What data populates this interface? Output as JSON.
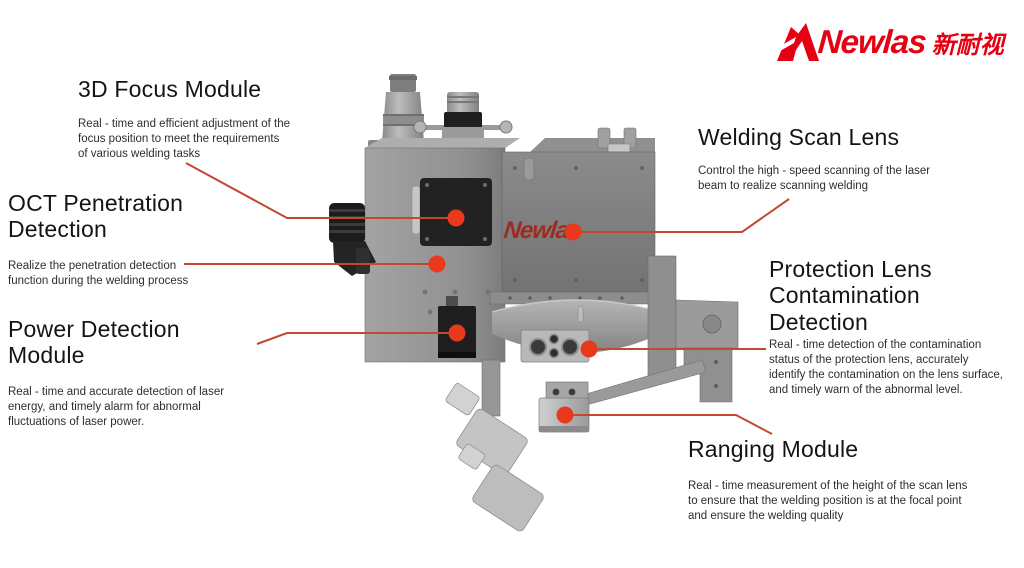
{
  "brand": {
    "name_en": "Newlas",
    "name_cn": "新耐视",
    "color": "#e60012"
  },
  "machine": {
    "body_logo_text": "Newlas"
  },
  "accent": {
    "callout_line_color": "#c2492f",
    "callout_dot_color": "#e8391d",
    "body_logo_color": "#9e2b20"
  },
  "callouts": [
    {
      "id": "focus",
      "title": "3D Focus Module",
      "description": "Real - time and efficient adjustment of the focus position to meet the requirements of various welding tasks"
    },
    {
      "id": "oct",
      "title": "OCT Penetration Detection",
      "description": "Realize the penetration detection function during the welding process"
    },
    {
      "id": "power",
      "title": "Power Detection Module",
      "description": "Real - time and accurate detection of laser energy, and timely alarm for abnormal fluctuations of laser power."
    },
    {
      "id": "scan",
      "title": "Welding Scan Lens",
      "description": "Control the high - speed scanning of the laser beam to realize scanning welding"
    },
    {
      "id": "protect",
      "title": "Protection Lens Contamination Detection",
      "description": "Real - time detection of the contamination status of the protection lens, accurately identify the contamination on the lens surface, and timely warn of the abnormal level."
    },
    {
      "id": "ranging",
      "title": "Ranging Module",
      "description": "Real - time measurement of the height of the scan lens to ensure that the welding position is at the focal point and ensure the welding quality"
    }
  ]
}
